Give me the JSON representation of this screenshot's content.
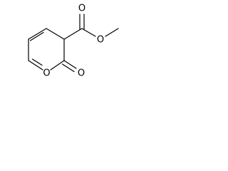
{
  "molecule": {
    "atom_labels": {
      "ring_oxygen": "O",
      "lactone_carbonyl_oxygen": "O",
      "ester_carbonyl_oxygen": "O",
      "ester_ether_oxygen": "O"
    }
  },
  "colors": {
    "bond": "#000000",
    "label": "#000000",
    "background": "#ffffff"
  }
}
